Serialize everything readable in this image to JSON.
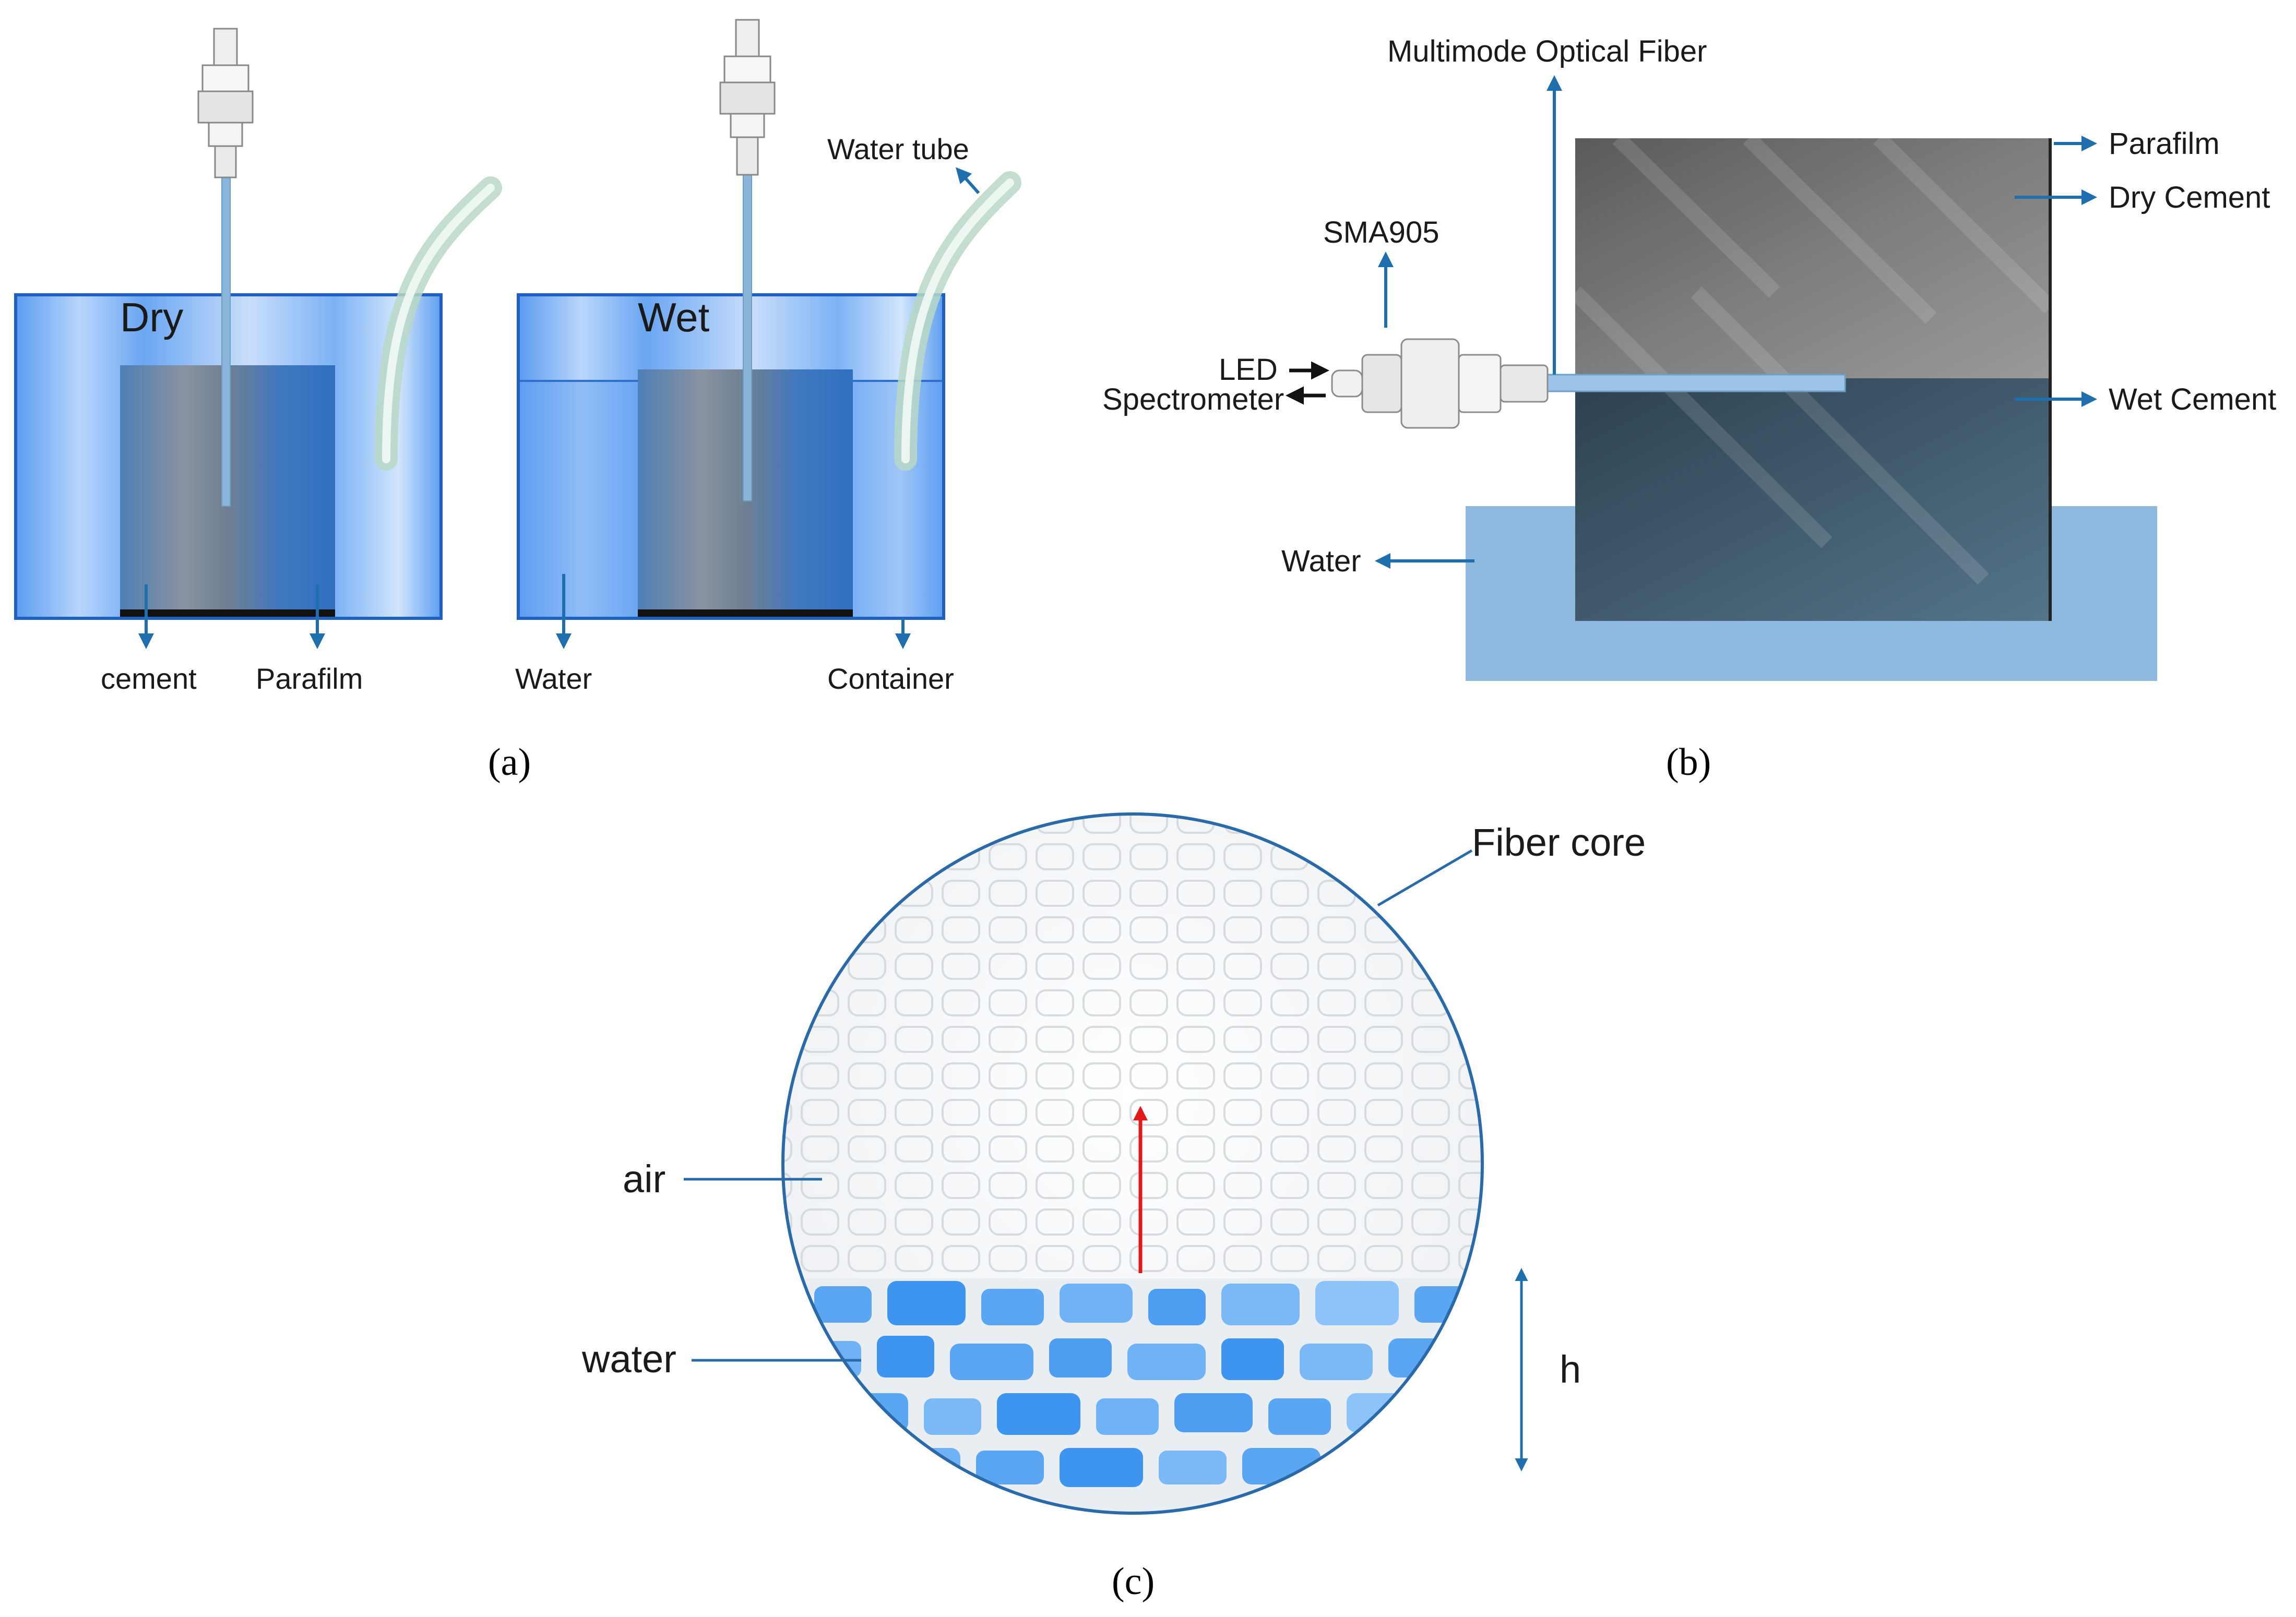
{
  "panel_a": {
    "dry_title": "Dry",
    "wet_title": "Wet",
    "water_tube": "Water tube",
    "cement": "cement",
    "parafilm": "Parafilm",
    "water": "Water",
    "container": "Container",
    "caption": "(a)"
  },
  "panel_b": {
    "multimode_fiber": "Multimode Optical Fiber",
    "sma905": "SMA905",
    "led": "LED",
    "spectrometer": "Spectrometer",
    "parafilm": "Parafilm",
    "dry_cement": "Dry Cement",
    "wet_cement": "Wet Cement",
    "water": "Water",
    "caption": "(b)"
  },
  "panel_c": {
    "fiber_core": "Fiber core",
    "air": "air",
    "water": "water",
    "h": "h",
    "caption": "(c)"
  },
  "colors": {
    "arrow_blue": "#1f6fae",
    "container_blue": "#4f93ee",
    "water_blue": "#8db9de",
    "cement_dark": "#3f4f5c",
    "red_arrow": "#e2191b"
  }
}
